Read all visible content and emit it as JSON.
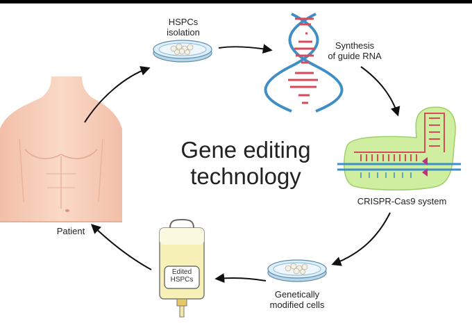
{
  "diagram": {
    "title_line1": "Gene editing",
    "title_line2": "technology",
    "steps": {
      "hspcs_line1": "HSPCs",
      "hspcs_line2": "isolation",
      "synthesis_line1": "Synthesis",
      "synthesis_line2": "of guide RNA",
      "crispr": "CRISPR-Cas9 system",
      "modified_line1": "Genetically",
      "modified_line2": "modified cells",
      "patient": "Patient"
    },
    "bag_label_line1": "Edited",
    "bag_label_line2": "HSPCs"
  },
  "colors": {
    "skin": "#f8d2bd",
    "dish": "#cfe6f2",
    "dna_red": "#d84a5a",
    "dna_blue": "#3f8fc6",
    "crispr_blob": "#cfeea0",
    "bag_fluid": "#f7f0b7",
    "arrow": "#111111"
  }
}
